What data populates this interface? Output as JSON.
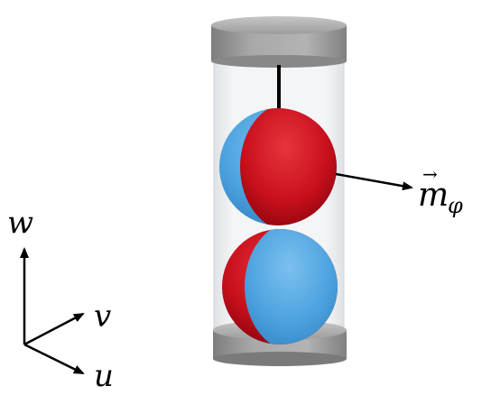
{
  "axes": {
    "w_label": "w",
    "v_label": "v",
    "u_label": "u"
  },
  "vector": {
    "symbol": "m",
    "arrow_accent": "→",
    "subscript": "φ"
  },
  "colors": {
    "red": "#c8101c",
    "blue": "#4da3e0",
    "cap_gray": "#9a9a9a",
    "tube": "#eef0f2"
  }
}
